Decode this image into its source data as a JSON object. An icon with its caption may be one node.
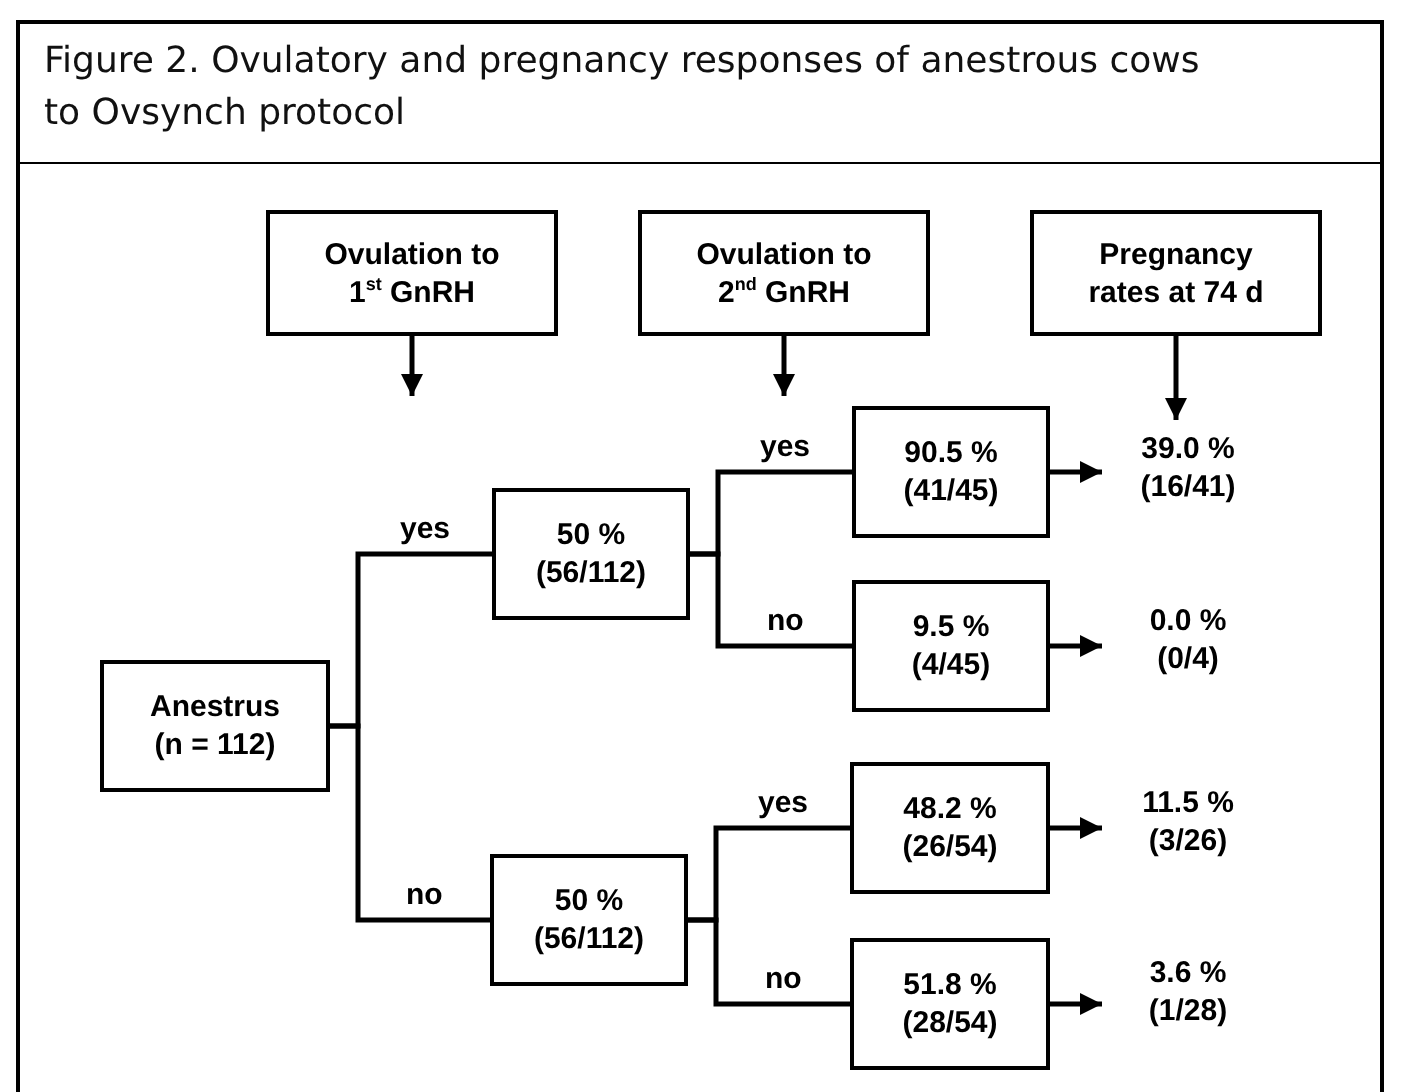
{
  "diagram": {
    "title": "Figure 2. Ovulatory and pregnancy responses of anestrous cows to Ovsynch protocol",
    "nodes": [
      {
        "text": [
          "Ovulation to 1$^{st}$ GnRH"
        ]
      },
      {
        "text": [
          "Ovulation to 2$^{nd}$ GnRH"
        ]
      },
      {
        "text": [
          "Pregnancy rates at 74 d"
        ]
      },
      {
        "text": [
          "Anestrus (n = 112)"
        ]
      },
      {
        "text": [
          "50 % (56/112)"
        ]
      },
      {
        "text": [
          "50 % (56/112)"
        ]
      },
      {
        "text": [
          "90.5 % (41/45)"
        ]
      },
      {
        "text": [
          "9.5 % (4/45)"
        ]
      },
      {
        "text": [
          "48.2 % (26/54)"
        ]
      },
      {
        "text": [
          "51.8 % (28/54)"
        ]
      },
      {
        "text": [
          "39.0 % (16/41)"
        ]
      },
      {
        "text": [
          "0.0 % (0/4)"
        ]
      },
      {
        "text": [
          "11.5 % (3/26)"
        ]
      },
      {
        "text": [
          "3.6 % (1/28)"
        ]
      }
    ],
    "edges": [
      {
        "from": 0,
        "to": null,
        "arrow": "to"
      },
      {
        "from": 1,
        "to": null,
        "arrow": "to"
      },
      {
        "from": 2,
        "to": 10,
        "arrow": "to"
      },
      {
        "from": 3,
        "to": 4,
        "label": "yes",
        "arrow": "none"
      },
      {
        "from": 3,
        "to": 5,
        "label": "no",
        "arrow": "none"
      },
      {
        "from": 4,
        "to": 6,
        "label": "yes",
        "arrow": "none"
      },
      {
        "from": 4,
        "to": 7,
        "label": "no",
        "arrow": "none"
      },
      {
        "from": 5,
        "to": 8,
        "label": "yes",
        "arrow": "none"
      },
      {
        "from": 5,
        "to": 9,
        "label": "no",
        "arrow": "none"
      },
      {
        "from": 6,
        "to": 10,
        "arrow": "to"
      },
      {
        "from": 7,
        "to": 11,
        "arrow": "to"
      },
      {
        "from": 8,
        "to": 12,
        "arrow": "to"
      },
      {
        "from": 9,
        "to": 13,
        "arrow": "to"
      }
    ]
  }
}
